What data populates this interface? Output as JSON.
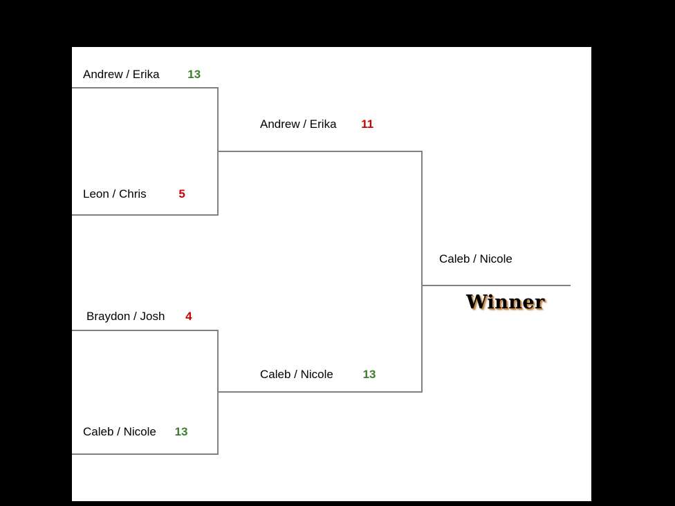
{
  "canvas": {
    "background_color": "#000000",
    "sheet_color": "#ffffff",
    "line_color": "#808080"
  },
  "colors": {
    "winning_score": "#3a7d2c",
    "losing_score": "#cc0000",
    "text": "#000000"
  },
  "bracket": {
    "winner_banner": "Winner",
    "rounds": [
      {
        "name": "round-1",
        "matches": [
          {
            "id": "r1-m1",
            "slots": [
              {
                "team": "Andrew / Erika",
                "score": "13",
                "result": "win"
              },
              {
                "team": "Leon / Chris",
                "score": "5",
                "result": "lose"
              }
            ]
          },
          {
            "id": "r1-m2",
            "slots": [
              {
                "team": "Braydon / Josh",
                "score": "4",
                "result": "lose"
              },
              {
                "team": "Caleb / Nicole",
                "score": "13",
                "result": "win"
              }
            ]
          }
        ]
      },
      {
        "name": "semifinal",
        "matches": [
          {
            "id": "sf-m1",
            "slots": [
              {
                "team": "Andrew / Erika",
                "score": "11",
                "result": "lose"
              },
              {
                "team": "Caleb / Nicole",
                "score": "13",
                "result": "win"
              }
            ]
          }
        ]
      },
      {
        "name": "final",
        "matches": [
          {
            "id": "final-m1",
            "slots": [
              {
                "team": "Caleb / Nicole",
                "score": "",
                "result": "champion"
              }
            ]
          }
        ]
      }
    ]
  }
}
